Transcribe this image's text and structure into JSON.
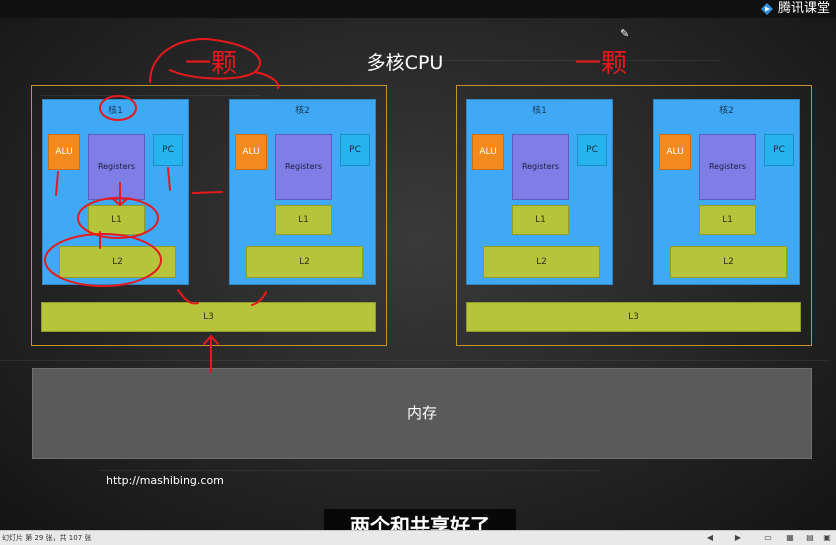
{
  "brand": {
    "name": "腾讯课堂"
  },
  "slide": {
    "title": "多核CPU",
    "cpus": [
      {
        "cores": [
          {
            "label": "核1",
            "alu": "ALU",
            "registers": "Registers",
            "pc": "PC",
            "l1": "L1",
            "l2": "L2"
          },
          {
            "label": "核2",
            "alu": "ALU",
            "registers": "Registers",
            "pc": "PC",
            "l1": "L1",
            "l2": "L2"
          }
        ],
        "l3": "L3"
      },
      {
        "cores": [
          {
            "label": "核1",
            "alu": "ALU",
            "registers": "Registers",
            "pc": "PC",
            "l1": "L1",
            "l2": "L2"
          },
          {
            "label": "核2",
            "alu": "ALU",
            "registers": "Registers",
            "pc": "PC",
            "l1": "L1",
            "l2": "L2"
          }
        ],
        "l3": "L3"
      }
    ],
    "memory": "内存",
    "url": "http://mashibing.com",
    "annotations": {
      "left": "一颗",
      "right": "一颗"
    }
  },
  "subtitle": "两个和共享好了",
  "statusbar": {
    "text": "幻灯片 第 29 张，共 107 张"
  },
  "colors": {
    "alu": "#f28a1d",
    "registers": "#7f7de6",
    "pc": "#27b4ee",
    "cache": "#b5c43b",
    "core": "#3fa9f5",
    "cpu_border": "#c8912c",
    "annotation": "#e8191d"
  }
}
